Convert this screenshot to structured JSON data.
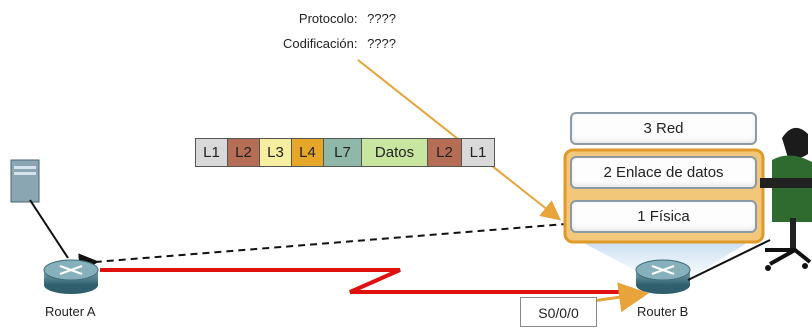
{
  "protocol": {
    "label": "Protocolo:",
    "value": "????"
  },
  "encoding": {
    "label": "Codificación:",
    "value": "????"
  },
  "pdu": [
    {
      "text": "L1",
      "color": "#d9d9d9"
    },
    {
      "text": "L2",
      "color": "#b56d55"
    },
    {
      "text": "L3",
      "color": "#f5eda0"
    },
    {
      "text": "L4",
      "color": "#e5a62a"
    },
    {
      "text": "L7",
      "color": "#8fb8a8"
    },
    {
      "text": "Datos",
      "color": "#c8e6a0"
    },
    {
      "text": "L2",
      "color": "#b56d55"
    },
    {
      "text": "L1",
      "color": "#d9d9d9"
    }
  ],
  "layers": [
    {
      "text": "3 Red"
    },
    {
      "text": "2 Enlace de datos"
    },
    {
      "text": "1 Física"
    }
  ],
  "routers": {
    "a": "Router A",
    "b": "Router B"
  },
  "port": "S0/0/0",
  "colors": {
    "serial_link": "#e01010",
    "highlight": "#e8a33a",
    "signal_arrow": "#e8a33a"
  }
}
